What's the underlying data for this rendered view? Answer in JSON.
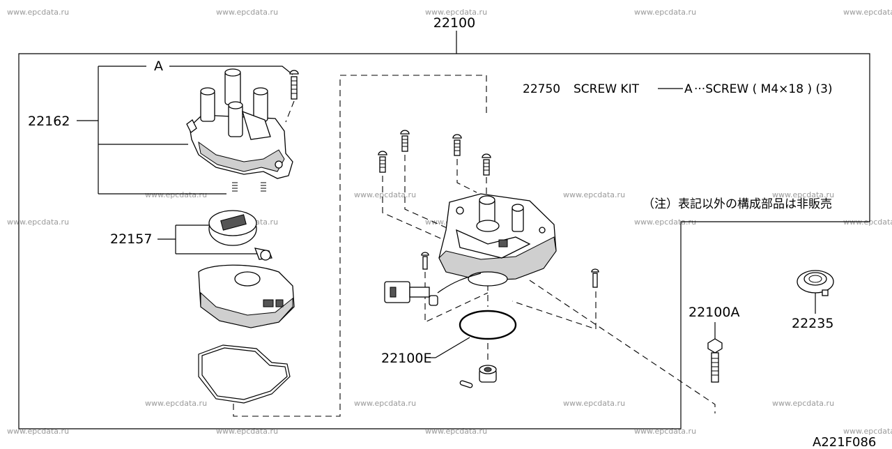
{
  "watermark": "www.epcdata.ru",
  "figure_code": "A221F086",
  "assembly": {
    "part_number": "22100"
  },
  "parts": [
    {
      "id": "cap",
      "part_number": "22162"
    },
    {
      "id": "rotor",
      "part_number": "22157"
    },
    {
      "id": "o-ring",
      "part_number": "22100E"
    },
    {
      "id": "bolt",
      "part_number": "22100A"
    },
    {
      "id": "clamp",
      "part_number": "22235"
    }
  ],
  "screw_marker": "A",
  "kit_note": {
    "part_number": "22750",
    "label": "SCREW KIT",
    "marker": "A",
    "desc": "···SCREW ( M4×18 ) (3)"
  },
  "jp_note": "（注）表記以外の構成部品は非販売"
}
